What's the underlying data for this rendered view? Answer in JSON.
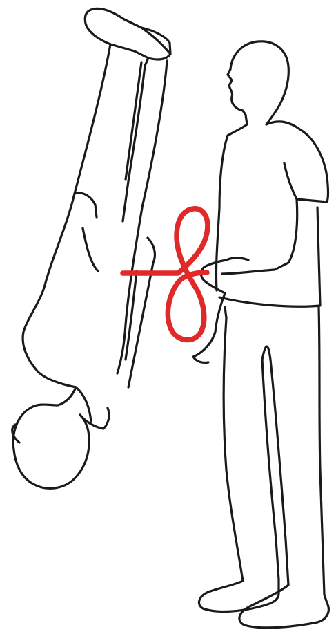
{
  "colors": {
    "background": "#ffffff",
    "outline": "#1a1a1a",
    "symbol_accent": "#e02a2a"
  },
  "figures": [
    {
      "name": "inverted-person",
      "icon": "inverted-person-outline"
    },
    {
      "name": "standing-person",
      "icon": "standing-person-outline"
    }
  ],
  "symbol": {
    "name": "figure-eight-knot",
    "icon": "figure-eight-icon"
  }
}
